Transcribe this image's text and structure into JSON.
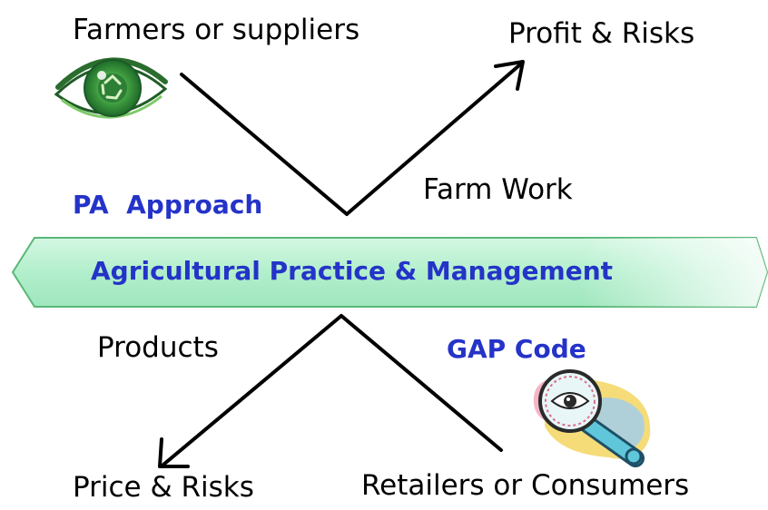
{
  "labels": {
    "top_left": "Farmers or suppliers",
    "top_right": "Profit & Risks",
    "left_method": "PA  Approach",
    "right_upper": "Farm Work",
    "banner": "Agricultural Practice & Management",
    "left_lower": "Products",
    "right_code": "GAP Code",
    "bottom_left": "Price & Risks",
    "bottom_right": "Retailers or Consumers"
  },
  "colors": {
    "label_blue": "#2433c8",
    "banner_fill_light": "#e6fbef",
    "banner_fill_mid": "#b6f0cf",
    "banner_stroke": "#58b877",
    "line": "#000000",
    "eye_green": "#2f8a3a"
  },
  "icons": {
    "top": "eye-icon",
    "bottom": "magnifier-eye-icon"
  }
}
